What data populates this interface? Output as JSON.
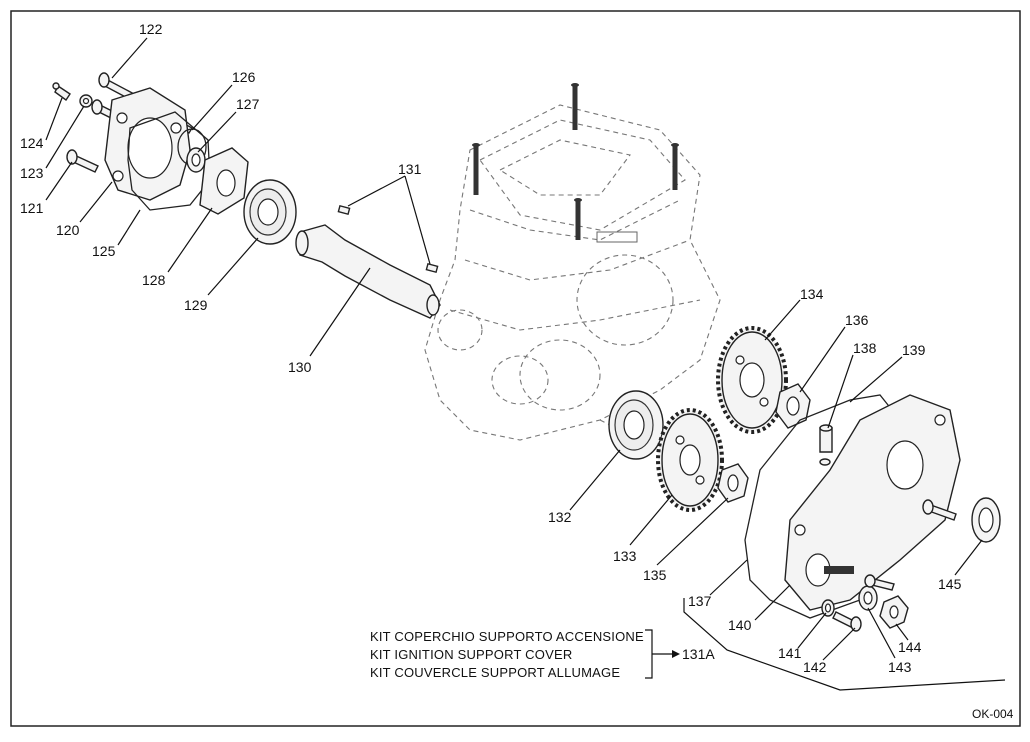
{
  "callouts": [
    "120",
    "121",
    "122",
    "123",
    "124",
    "125",
    "126",
    "127",
    "128",
    "129",
    "130",
    "131",
    "132",
    "133",
    "134",
    "135",
    "136",
    "137",
    "138",
    "139",
    "140",
    "141",
    "142",
    "143",
    "144",
    "145"
  ],
  "kit": {
    "lines": [
      "KIT COPERCHIO SUPPORTO ACCENSIONE",
      "KIT IGNITION SUPPORT COVER",
      "KIT COUVERCLE SUPPORT ALLUMAGE"
    ],
    "code": "131A"
  },
  "figure_ref": "OK-004"
}
